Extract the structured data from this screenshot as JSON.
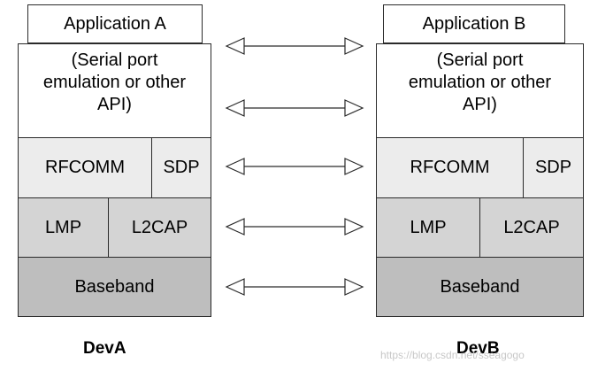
{
  "stack_a": {
    "app": "Application A",
    "api": "(Serial port\nemulation or other\nAPI)",
    "rfcomm": "RFCOMM",
    "sdp": "SDP",
    "lmp": "LMP",
    "l2cap": "L2CAP",
    "baseband": "Baseband",
    "device": "DevA"
  },
  "stack_b": {
    "app": "Application B",
    "api": "(Serial port\nemulation or other\nAPI)",
    "rfcomm": "RFCOMM",
    "sdp": "SDP",
    "lmp": "LMP",
    "l2cap": "L2CAP",
    "baseband": "Baseband",
    "device": "DevB"
  },
  "watermark": "https://blog.csdn.net/sseagogo",
  "colors": {
    "layer_white": "#ffffff",
    "layer_light": "#ececec",
    "layer_mid": "#d4d4d4",
    "layer_dark": "#bebebe",
    "border": "#2a2a2a"
  }
}
